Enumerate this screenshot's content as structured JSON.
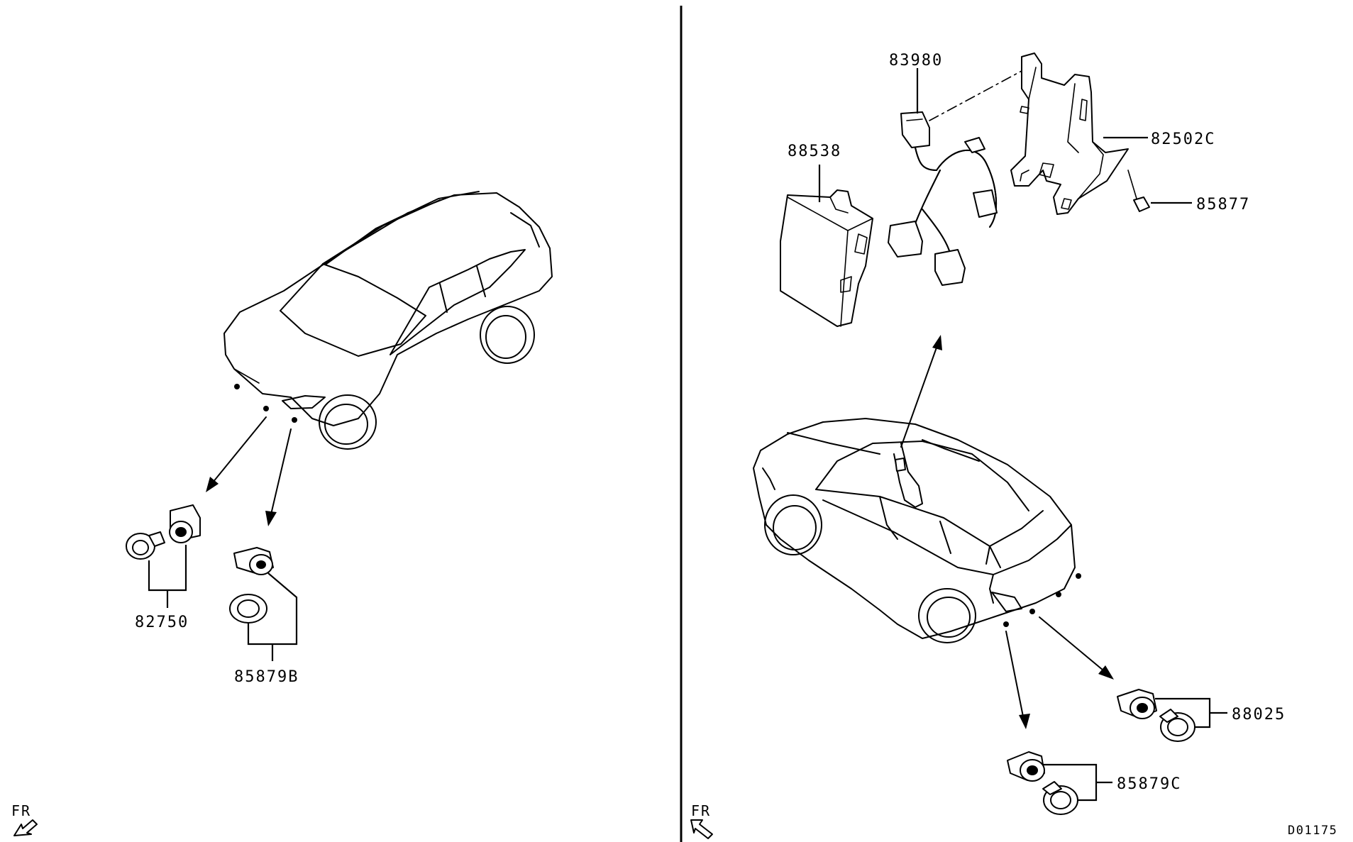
{
  "parts": {
    "p82750": "82750",
    "p85879b": "85879B",
    "p83980": "83980",
    "p88538": "88538",
    "p82502c": "82502C",
    "p85877": "85877",
    "p88025": "88025",
    "p85879c": "85879C"
  },
  "orientation": {
    "left": "FR",
    "right": "FR"
  },
  "drawing_code": "D01175"
}
